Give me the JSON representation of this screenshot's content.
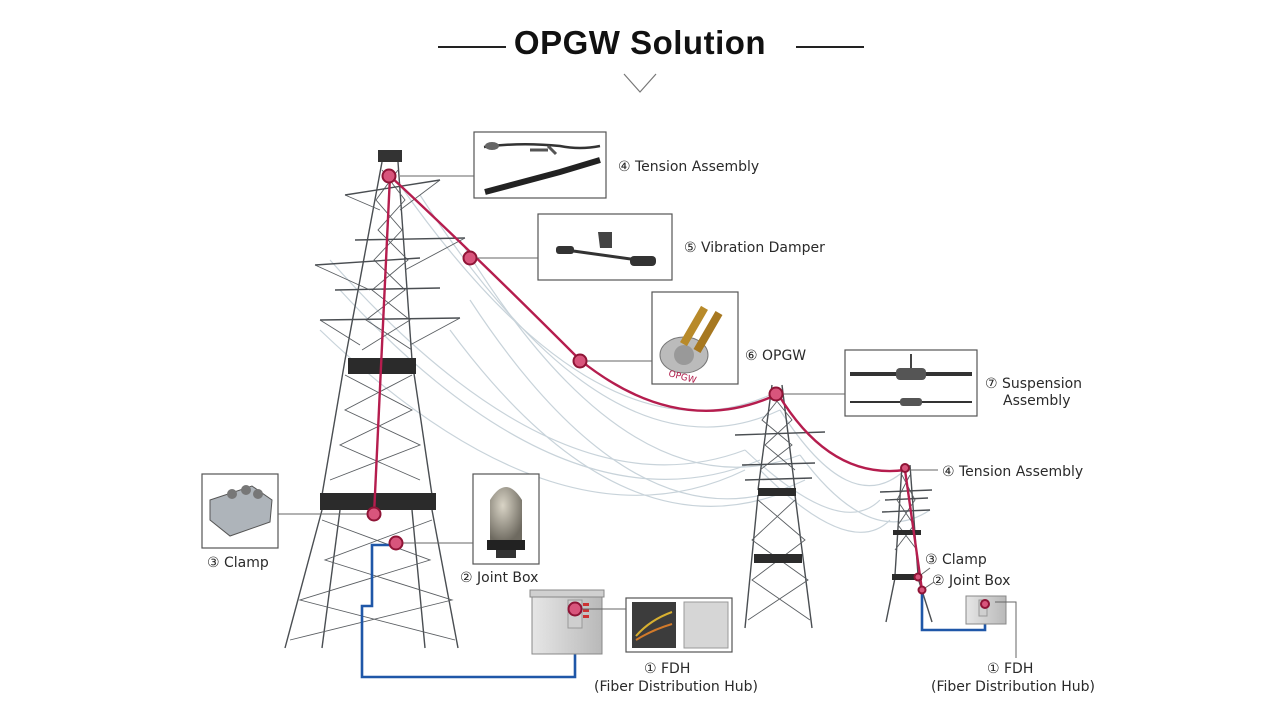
{
  "title": "OPGW Solution",
  "labels": {
    "tension_top": "④ Tension Assembly",
    "vibration_damper": "⑤ Vibration Damper",
    "opgw": "⑥ OPGW",
    "suspension_line1": "⑦ Suspension",
    "suspension_line2": "Assembly",
    "tension_right": "④ Tension Assembly",
    "clamp_left": "③ Clamp",
    "joint_box_left": "② Joint Box",
    "clamp_right": "③ Clamp",
    "joint_box_right": "② Joint Box",
    "fdh_center_line1": "① FDH",
    "fdh_center_line2": "(Fiber Distribution Hub)",
    "fdh_right_line1": "① FDH",
    "fdh_right_line2": "(Fiber Distribution Hub)"
  },
  "inset_text": {
    "opgw_cable": "OPGW"
  },
  "colors": {
    "opgw_line": "#b51d4e",
    "marker": "#d8557c",
    "fiber_cable": "#1f57a8",
    "tower_steel": "#4a4e52"
  }
}
